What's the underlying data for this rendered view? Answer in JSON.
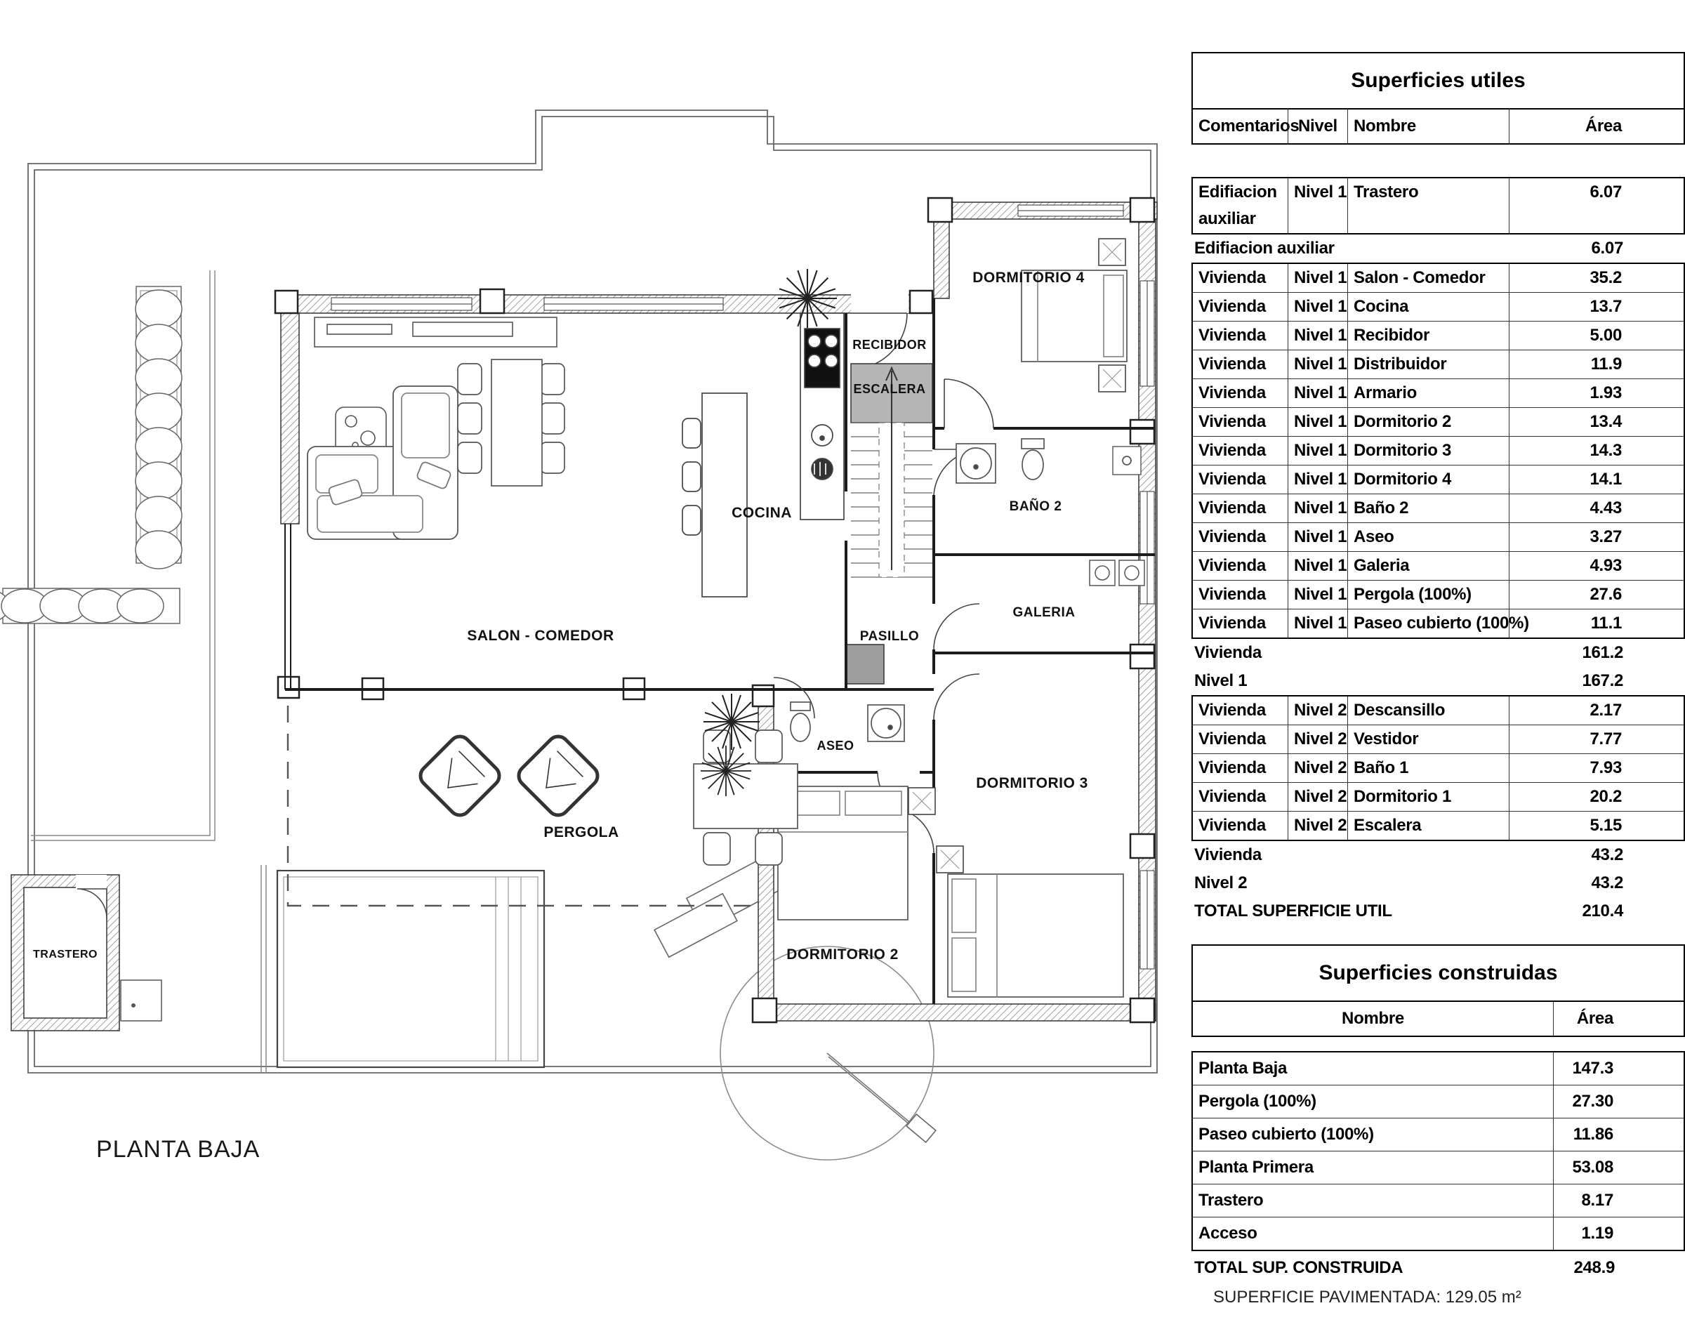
{
  "plan": {
    "title": "PLANTA BAJA",
    "rooms": {
      "salon": "SALON - COMEDOR",
      "cocina": "COCINA",
      "recibidor": "RECIBIDOR",
      "escalera": "ESCALERA",
      "pasillo": "PASILLO",
      "dormitorio4": "DORMITORIO 4",
      "bano2": "BAÑO 2",
      "galeria": "GALERIA",
      "dormitorio3": "DORMITORIO 3",
      "aseo": "ASEO",
      "dormitorio2": "DORMITORIO 2",
      "pergola": "PERGOLA",
      "trastero": "TRASTERO"
    }
  },
  "tables": {
    "utiles": {
      "title": "Superficies utiles",
      "columns": [
        "Comentarios",
        "Nivel",
        "Nombre",
        "Área"
      ],
      "rows": [
        {
          "type": "data",
          "tall": true,
          "comentarios": "Edifiacion auxiliar",
          "nivel": "Nivel 1",
          "nombre": "Trastero",
          "area": "6.07"
        },
        {
          "type": "subtotal",
          "label": "Edifiacion auxiliar",
          "area": "6.07"
        },
        {
          "type": "data",
          "comentarios": "Vivienda",
          "nivel": "Nivel 1",
          "nombre": "Salon - Comedor",
          "area": "35.2"
        },
        {
          "type": "data",
          "comentarios": "Vivienda",
          "nivel": "Nivel 1",
          "nombre": "Cocina",
          "area": "13.7"
        },
        {
          "type": "data",
          "comentarios": "Vivienda",
          "nivel": "Nivel 1",
          "nombre": "Recibidor",
          "area": "5.00"
        },
        {
          "type": "data",
          "comentarios": "Vivienda",
          "nivel": "Nivel 1",
          "nombre": "Distribuidor",
          "area": "11.9"
        },
        {
          "type": "data",
          "comentarios": "Vivienda",
          "nivel": "Nivel 1",
          "nombre": "Armario",
          "area": "1.93"
        },
        {
          "type": "data",
          "comentarios": "Vivienda",
          "nivel": "Nivel 1",
          "nombre": "Dormitorio 2",
          "area": "13.4"
        },
        {
          "type": "data",
          "comentarios": "Vivienda",
          "nivel": "Nivel 1",
          "nombre": "Dormitorio 3",
          "area": "14.3"
        },
        {
          "type": "data",
          "comentarios": "Vivienda",
          "nivel": "Nivel 1",
          "nombre": "Dormitorio 4",
          "area": "14.1"
        },
        {
          "type": "data",
          "comentarios": "Vivienda",
          "nivel": "Nivel 1",
          "nombre": "Baño 2",
          "area": "4.43"
        },
        {
          "type": "data",
          "comentarios": "Vivienda",
          "nivel": "Nivel 1",
          "nombre": "Aseo",
          "area": "3.27"
        },
        {
          "type": "data",
          "comentarios": "Vivienda",
          "nivel": "Nivel 1",
          "nombre": "Galeria",
          "area": "4.93"
        },
        {
          "type": "data",
          "comentarios": "Vivienda",
          "nivel": "Nivel 1",
          "nombre": "Pergola (100%)",
          "area": "27.6"
        },
        {
          "type": "data",
          "comentarios": "Vivienda",
          "nivel": "Nivel 1",
          "nombre": "Paseo cubierto (100%)",
          "area": "11.1"
        },
        {
          "type": "subtotal",
          "label": "Vivienda",
          "area": "161.2"
        },
        {
          "type": "subtotal",
          "label": "Nivel 1",
          "area": "167.2"
        },
        {
          "type": "data",
          "comentarios": "Vivienda",
          "nivel": "Nivel 2",
          "nombre": "Descansillo",
          "area": "2.17"
        },
        {
          "type": "data",
          "comentarios": "Vivienda",
          "nivel": "Nivel 2",
          "nombre": "Vestidor",
          "area": "7.77"
        },
        {
          "type": "data",
          "comentarios": "Vivienda",
          "nivel": "Nivel 2",
          "nombre": "Baño 1",
          "area": "7.93"
        },
        {
          "type": "data",
          "comentarios": "Vivienda",
          "nivel": "Nivel 2",
          "nombre": "Dormitorio 1",
          "area": "20.2"
        },
        {
          "type": "data",
          "comentarios": "Vivienda",
          "nivel": "Nivel 2",
          "nombre": "Escalera",
          "area": "5.15"
        },
        {
          "type": "subtotal",
          "label": "Vivienda",
          "area": "43.2"
        },
        {
          "type": "subtotal",
          "label": "Nivel 2",
          "area": "43.2"
        },
        {
          "type": "total",
          "label": "TOTAL SUPERFICIE UTIL",
          "area": "210.4"
        }
      ]
    },
    "construidas": {
      "title": "Superficies construidas",
      "columns": [
        "Nombre",
        "Área"
      ],
      "rows": [
        {
          "nombre": "Planta Baja",
          "area": "147.3"
        },
        {
          "nombre": "Pergola (100%)",
          "area": "27.30"
        },
        {
          "nombre": "Paseo cubierto (100%)",
          "area": "11.86"
        },
        {
          "nombre": "Planta Primera",
          "area": "53.08"
        },
        {
          "nombre": "Trastero",
          "area": "8.17"
        },
        {
          "nombre": "Acceso",
          "area": "1.19"
        }
      ],
      "total": {
        "label": "TOTAL SUP. CONSTRUIDA",
        "area": "248.9"
      }
    },
    "footnote": "SUPERFICIE PAVIMENTADA: 129.05 m²"
  }
}
